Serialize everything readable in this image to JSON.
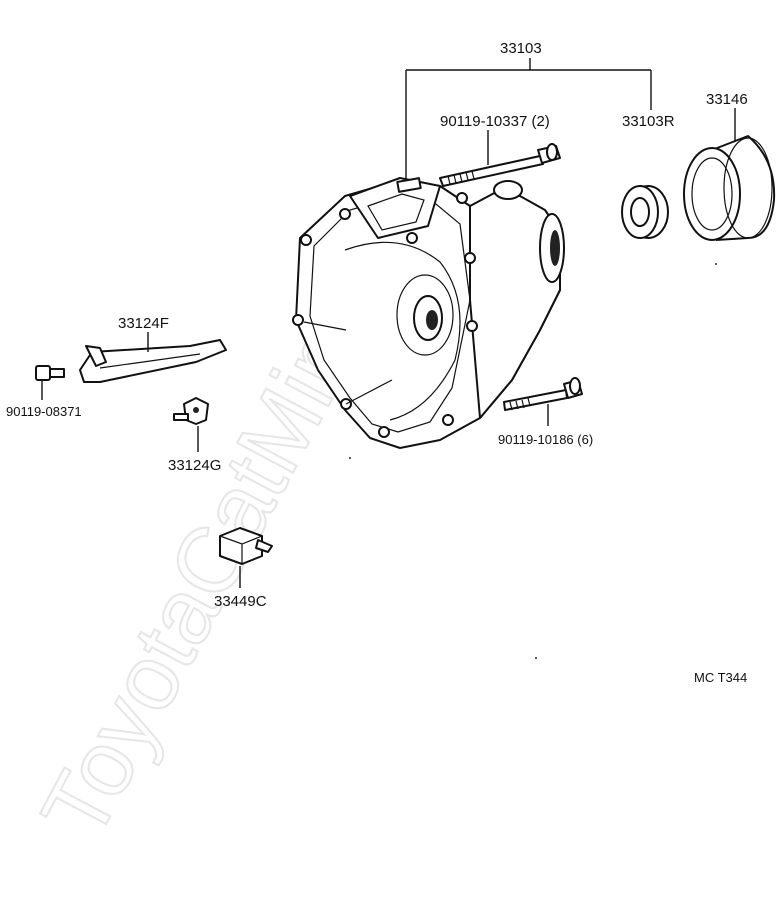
{
  "watermark": "ToyotaCatMinerU",
  "diagram_code": "MC T344",
  "callouts": {
    "assembly": "33103",
    "bolt_upper": "90119-10337 (2)",
    "seal": "33103R",
    "bearing_retainer": "33146",
    "lever": "33124F",
    "bolt_left": "90119-08371",
    "pivot": "33124G",
    "clip": "33449C",
    "bolt_lower": "90119-10186 (6)"
  }
}
